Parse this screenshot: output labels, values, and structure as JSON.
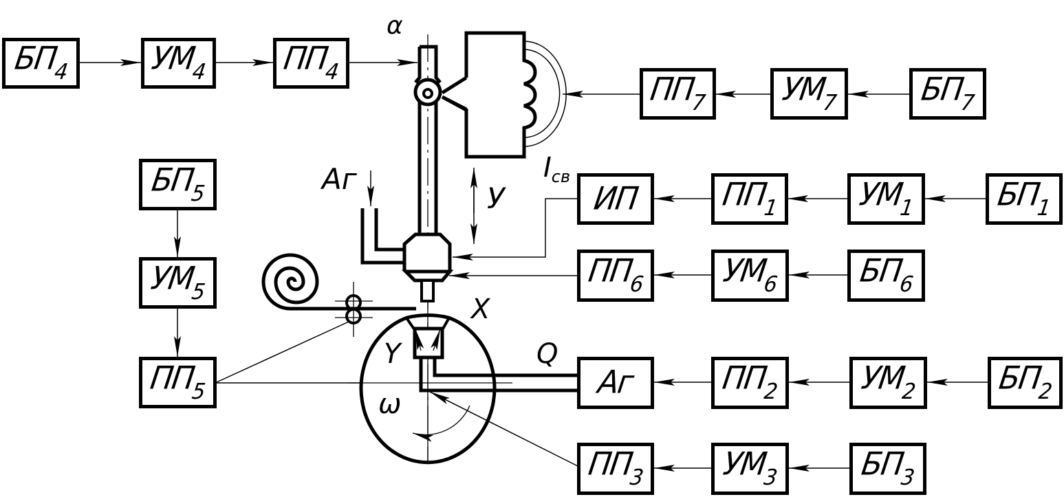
{
  "diagram": {
    "type": "block-diagram",
    "description": "Control scheme of an automated argon-arc welding installation",
    "colors": {
      "line": "#000000",
      "background": "#ffffff"
    },
    "blocks": [
      {
        "id": "bp4",
        "name": "БП",
        "sub": "4"
      },
      {
        "id": "um4",
        "name": "УМ",
        "sub": "4"
      },
      {
        "id": "pp4",
        "name": "ПП",
        "sub": "4"
      },
      {
        "id": "pp7",
        "name": "ПП",
        "sub": "7"
      },
      {
        "id": "um7",
        "name": "УМ",
        "sub": "7"
      },
      {
        "id": "bp7",
        "name": "БП",
        "sub": "7"
      },
      {
        "id": "bp5",
        "name": "БП",
        "sub": "5"
      },
      {
        "id": "um5",
        "name": "УМ",
        "sub": "5"
      },
      {
        "id": "pp5",
        "name": "ПП",
        "sub": "5"
      },
      {
        "id": "ip",
        "name": "ИП",
        "sub": ""
      },
      {
        "id": "pp1",
        "name": "ПП",
        "sub": "1"
      },
      {
        "id": "um1",
        "name": "УМ",
        "sub": "1"
      },
      {
        "id": "bp1",
        "name": "БП",
        "sub": "1"
      },
      {
        "id": "pp6",
        "name": "ПП",
        "sub": "6"
      },
      {
        "id": "um6",
        "name": "УМ",
        "sub": "6"
      },
      {
        "id": "bp6",
        "name": "БП",
        "sub": "6"
      },
      {
        "id": "ar",
        "name": "Аг",
        "sub": ""
      },
      {
        "id": "pp2",
        "name": "ПП",
        "sub": "2"
      },
      {
        "id": "um2",
        "name": "УМ",
        "sub": "2"
      },
      {
        "id": "bp2",
        "name": "БП",
        "sub": "2"
      },
      {
        "id": "pp3",
        "name": "ПП",
        "sub": "3"
      },
      {
        "id": "um3",
        "name": "УМ",
        "sub": "3"
      },
      {
        "id": "bp3",
        "name": "БП",
        "sub": "3"
      }
    ],
    "connections": [
      [
        "bp4",
        "um4"
      ],
      [
        "um4",
        "pp4"
      ],
      [
        "pp4",
        "torch-tilt"
      ],
      [
        "bp7",
        "um7"
      ],
      [
        "um7",
        "pp7"
      ],
      [
        "pp7",
        "oscillator"
      ],
      [
        "bp5",
        "um5"
      ],
      [
        "um5",
        "pp5"
      ],
      [
        "pp5",
        "wire-feed-rollers"
      ],
      [
        "pp5",
        "rotator"
      ],
      [
        "bp1",
        "um1"
      ],
      [
        "um1",
        "pp1"
      ],
      [
        "pp1",
        "ip"
      ],
      [
        "ip",
        "torch-head"
      ],
      [
        "bp6",
        "um6"
      ],
      [
        "um6",
        "pp6"
      ],
      [
        "pp6",
        "torch-head"
      ],
      [
        "bp2",
        "um2"
      ],
      [
        "um2",
        "pp2"
      ],
      [
        "pp2",
        "ar"
      ],
      [
        "ar",
        "backing-gas-pipe"
      ],
      [
        "bp3",
        "um3"
      ],
      [
        "um3",
        "pp3"
      ],
      [
        "pp3",
        "rotator"
      ]
    ],
    "labels": {
      "alpha": "α",
      "argon_in": "Аг",
      "vertical_motion": "У",
      "weld_current": "I",
      "weld_current_sub": "св",
      "axis_x": "X",
      "axis_y": "Y",
      "gas_flow": "Q",
      "rotation": "ω"
    }
  }
}
